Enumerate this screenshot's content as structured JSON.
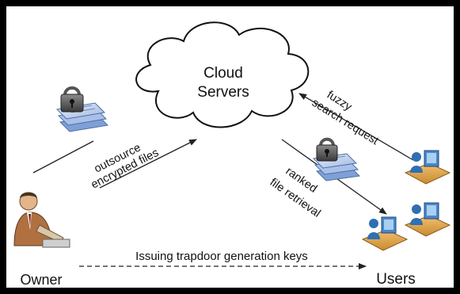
{
  "cloud": {
    "line1": "Cloud",
    "line2": "Servers"
  },
  "owner": {
    "label": "Owner"
  },
  "users": {
    "label": "Users"
  },
  "arrows": {
    "outsource": {
      "line1": "outsource",
      "line2": "encrypted files"
    },
    "search": {
      "line1": "fuzzy",
      "line2": "search request"
    },
    "retrieval": {
      "line1": "ranked",
      "line2": "file retrieval"
    },
    "trapdoor": {
      "label": "Issuing trapdoor generation keys"
    }
  },
  "icons": [
    "cloud-icon",
    "lock-icon",
    "document-stack-icon",
    "owner-person-icon",
    "user-workstation-icon"
  ]
}
